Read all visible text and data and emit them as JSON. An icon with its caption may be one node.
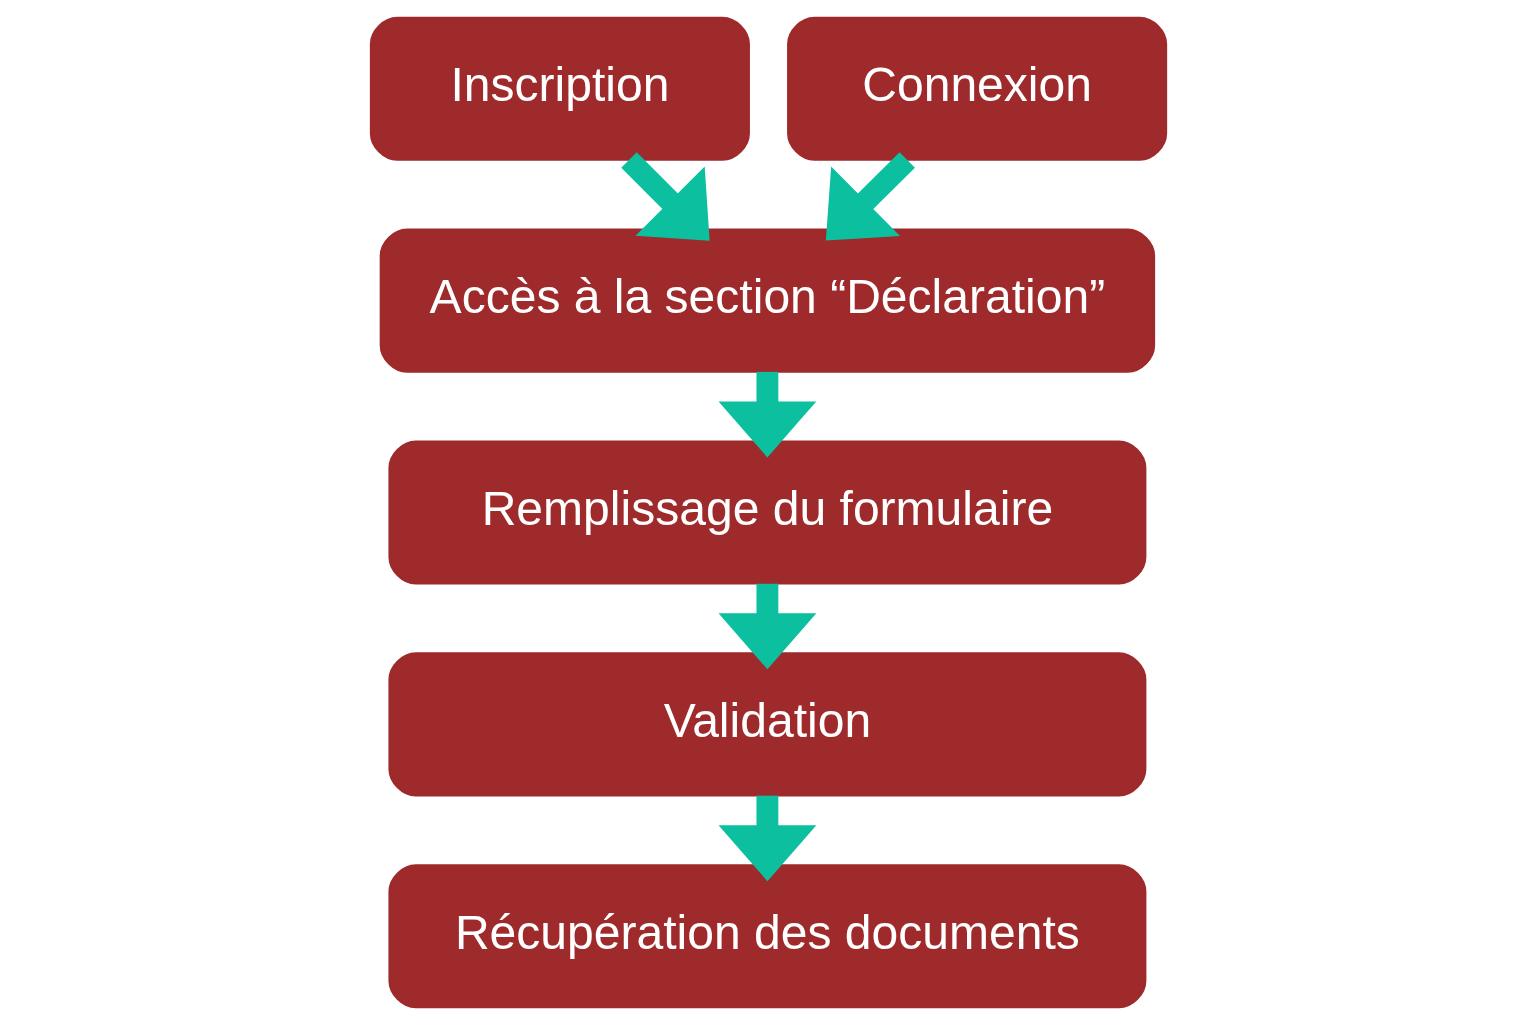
{
  "diagram": {
    "nodes": [
      {
        "text": [
          "Inscription"
        ]
      },
      {
        "text": [
          "Connexion"
        ]
      },
      {
        "text": [
          "Accès à la section “Déclaration”"
        ]
      },
      {
        "text": [
          "Remplissage du formulaire"
        ]
      },
      {
        "text": [
          "Validation"
        ]
      },
      {
        "text": [
          "Récupération des documents"
        ]
      }
    ],
    "edges": [
      {
        "from": 0,
        "to": 2,
        "arrow": "to"
      },
      {
        "from": 1,
        "to": 2,
        "arrow": "to"
      },
      {
        "from": 2,
        "to": 3,
        "arrow": "to"
      },
      {
        "from": 3,
        "to": 4,
        "arrow": "to"
      },
      {
        "from": 4,
        "to": 5,
        "arrow": "to"
      }
    ]
  }
}
